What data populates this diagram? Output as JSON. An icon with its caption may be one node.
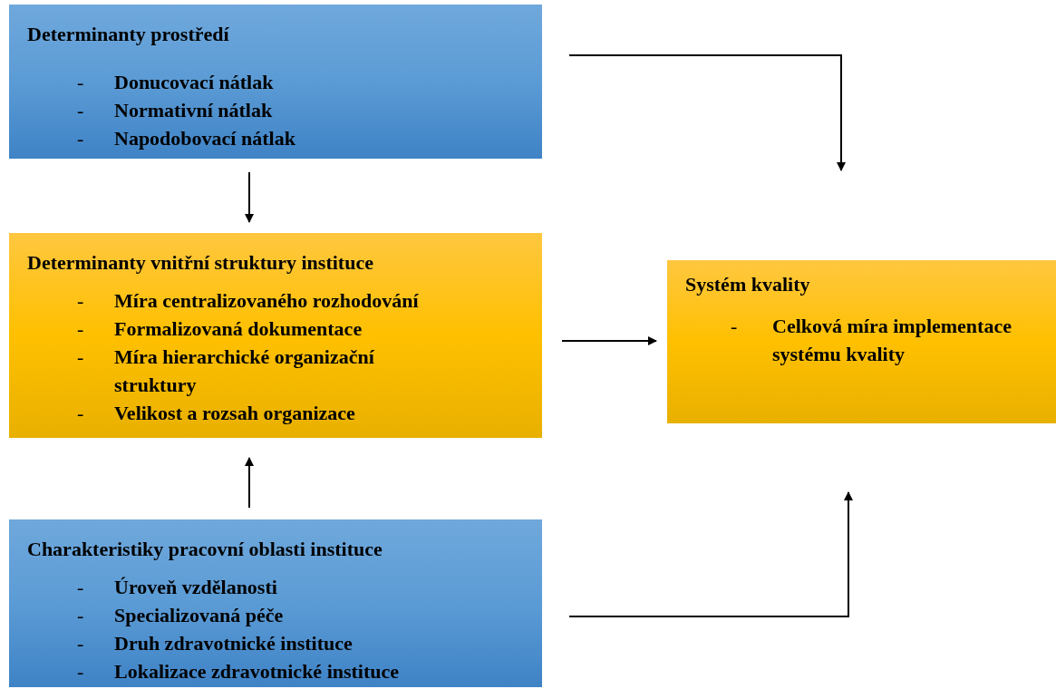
{
  "diagram": {
    "nodes": [
      {
        "text": [
          "Determinanty prostředí",
          "Donucovací nátlak",
          "Normativní nátlak",
          "Napodobovací nátlak"
        ]
      },
      {
        "text": [
          "Determinanty vnitřní struktury instituce",
          "Míra centralizovaného rozhodování",
          "Formalizovaná dokumentace",
          "Míra hierarchické organizační struktury",
          "Velikost a rozsah organizace"
        ]
      },
      {
        "text": [
          "Charakteristiky pracovní oblasti instituce",
          "Úroveň vzdělanosti",
          "Specializovaná péče",
          "Druh zdravotnické instituce",
          "Lokalizace zdravotnické instituce"
        ]
      },
      {
        "text": [
          "Systém kvality",
          "Celková míra implementace systému kvality"
        ]
      }
    ],
    "edges": [
      {
        "from": 0,
        "to": 1,
        "arrow": "to"
      },
      {
        "from": 2,
        "to": 1,
        "arrow": "to"
      },
      {
        "from": 0,
        "to": 3,
        "arrow": "to"
      },
      {
        "from": 1,
        "to": 3,
        "arrow": "to"
      },
      {
        "from": 2,
        "to": 3,
        "arrow": "to"
      }
    ],
    "labels": [
      "-",
      "-",
      "-",
      "-",
      "-",
      "-",
      "-",
      "-",
      "-",
      "-",
      "-",
      "-"
    ]
  }
}
